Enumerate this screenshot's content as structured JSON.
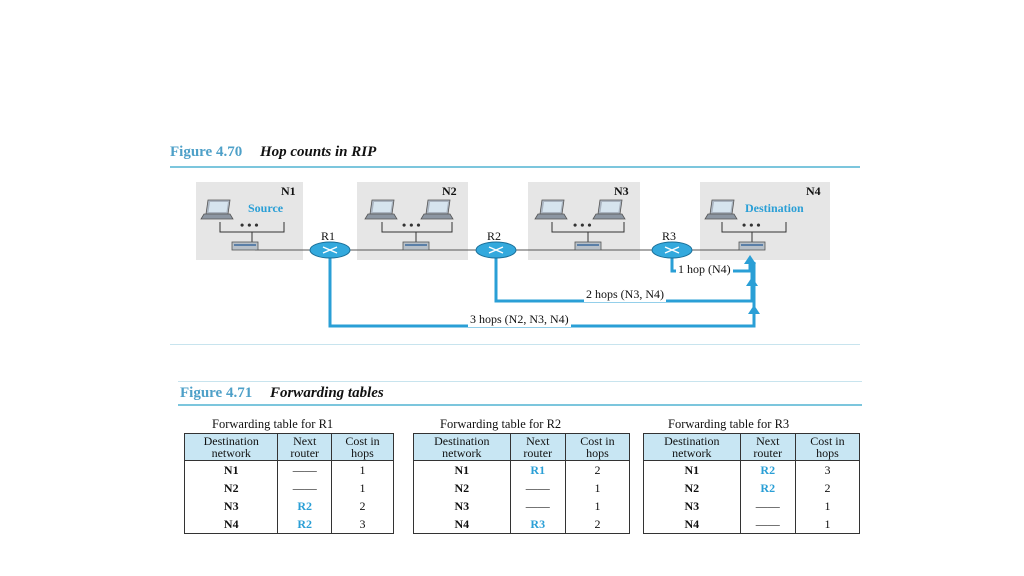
{
  "figure1": {
    "number": "Figure 4.70",
    "caption": "Hop counts in RIP",
    "networks": [
      {
        "label": "N1",
        "role": "Source"
      },
      {
        "label": "N2",
        "role": ""
      },
      {
        "label": "N3",
        "role": ""
      },
      {
        "label": "N4",
        "role": "Destination"
      }
    ],
    "routers": [
      "R1",
      "R2",
      "R3"
    ],
    "hops": [
      "1 hop (N4)",
      "2 hops (N3, N4)",
      "3 hops (N2, N3, N4)"
    ],
    "colors": {
      "accent": "#2a9fd6",
      "network_bg": "#e6e6e6"
    }
  },
  "figure2": {
    "number": "Figure 4.71",
    "caption": "Forwarding tables",
    "headers": {
      "dest": [
        "Destination",
        "network"
      ],
      "next": [
        "Next",
        "router"
      ],
      "cost": [
        "Cost in",
        "hops"
      ]
    },
    "tables": [
      {
        "title": "Forwarding table for R1",
        "rows": [
          {
            "dest": "N1",
            "next": "——",
            "cost": "1"
          },
          {
            "dest": "N2",
            "next": "——",
            "cost": "1"
          },
          {
            "dest": "N3",
            "next": "R2",
            "cost": "2"
          },
          {
            "dest": "N4",
            "next": "R2",
            "cost": "3"
          }
        ]
      },
      {
        "title": "Forwarding table for R2",
        "rows": [
          {
            "dest": "N1",
            "next": "R1",
            "cost": "2"
          },
          {
            "dest": "N2",
            "next": "——",
            "cost": "1"
          },
          {
            "dest": "N3",
            "next": "——",
            "cost": "1"
          },
          {
            "dest": "N4",
            "next": "R3",
            "cost": "2"
          }
        ]
      },
      {
        "title": "Forwarding table for R3",
        "rows": [
          {
            "dest": "N1",
            "next": "R2",
            "cost": "3"
          },
          {
            "dest": "N2",
            "next": "R2",
            "cost": "2"
          },
          {
            "dest": "N3",
            "next": "——",
            "cost": "1"
          },
          {
            "dest": "N4",
            "next": "——",
            "cost": "1"
          }
        ]
      }
    ]
  }
}
